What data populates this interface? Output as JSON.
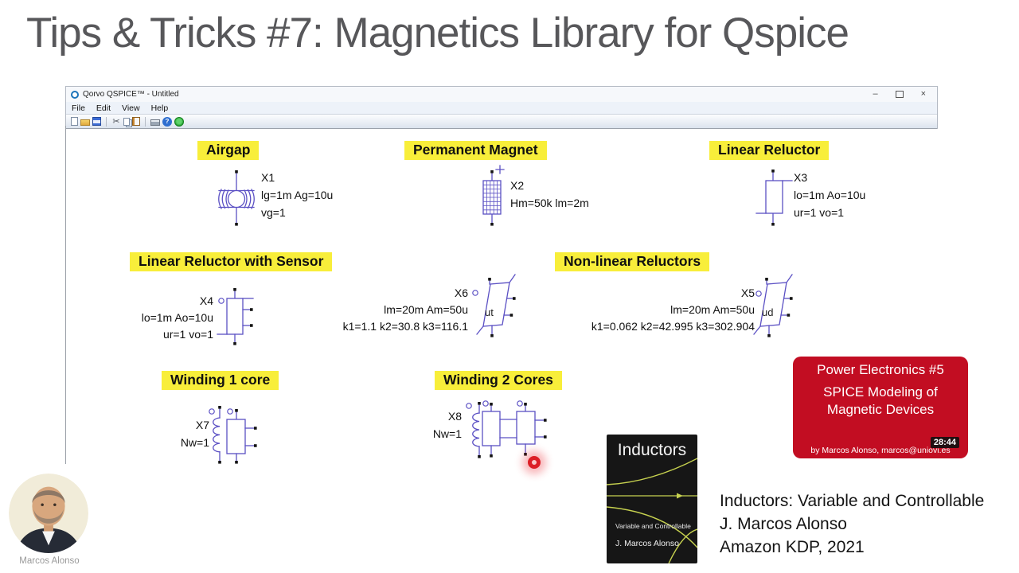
{
  "slide": {
    "title": "Tips & Tricks #7: Magnetics Library for Qspice"
  },
  "window": {
    "title": "Qorvo QSPICE™ - Untitled",
    "menus": [
      "File",
      "Edit",
      "View",
      "Help"
    ],
    "controls": {
      "minimize": "–",
      "close": "×"
    }
  },
  "icons": {
    "cut": "✂",
    "help": "?"
  },
  "schematic": {
    "sections": {
      "airgap": "Airgap",
      "permanent_magnet": "Permanent Magnet",
      "linear_reluctor": "Linear Reluctor",
      "linear_reluctor_sensor": "Linear Reluctor with Sensor",
      "nonlinear_reluctors": "Non-linear Reluctors",
      "winding_1_core": "Winding 1 core",
      "winding_2_cores": "Winding 2 Cores"
    },
    "x1": {
      "ref": "X1",
      "params1": "lg=1m Ag=10u",
      "params2": "vg=1"
    },
    "x2": {
      "ref": "X2",
      "params1": "Hm=50k lm=2m"
    },
    "x3": {
      "ref": "X3",
      "params1": "lo=1m Ao=10u",
      "params2": "ur=1 vo=1"
    },
    "x4": {
      "ref": "X4",
      "params1": "lo=1m Ao=10u",
      "params2": "ur=1 vo=1"
    },
    "x6": {
      "ref": "X6",
      "params1": "lm=20m Am=50u",
      "params2": "k1=1.1 k2=30.8 k3=116.1",
      "symbol_text": "ut"
    },
    "x5": {
      "ref": "X5",
      "params1": "lm=20m Am=50u",
      "params2": "k1=0.062 k2=42.995 k3=302.904",
      "symbol_text": "ud"
    },
    "x7": {
      "ref": "X7",
      "params1": "Nw=1"
    },
    "x8": {
      "ref": "X8",
      "params1": "Nw=1"
    }
  },
  "video_card": {
    "title": "Power Electronics #5",
    "subtitle": "SPICE Modeling of Magnetic Devices",
    "byline": "by Marcos Alonso, marcos@uniovi.es",
    "timestamp": "28:44"
  },
  "book": {
    "title": "Inductors",
    "subtitle": "Variable and Controllable",
    "author": "J. Marcos Alonso"
  },
  "reference": {
    "line1": "Inductors: Variable and Controllable",
    "line2": "J. Marcos Alonso",
    "line3": "Amazon KDP, 2021"
  },
  "presenter": {
    "name": "Marcos Alonso"
  },
  "colors": {
    "highlight": "#f8ee3a",
    "schematic_stroke": "#5b50c4",
    "card_red": "#c20d22"
  }
}
